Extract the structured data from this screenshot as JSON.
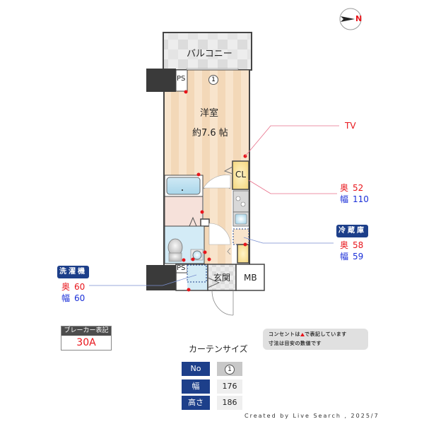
{
  "compass": {
    "label": "N",
    "needle_color": "#222222",
    "label_color": "#e8141a"
  },
  "rooms": {
    "balcony": "バルコニー",
    "ps_top": "PS",
    "window_marker": "1",
    "western_room": "洋室",
    "western_room_size": "約7.6 帖",
    "closet": "CL",
    "ps_bottom": "PS",
    "entrance": "玄関",
    "meter_box": "MB"
  },
  "annotations": {
    "tv": {
      "label": "TV"
    },
    "closet": {
      "depth_key": "奥",
      "depth": "52",
      "width_key": "幅",
      "width": "110"
    },
    "fridge": {
      "title": "冷蔵庫",
      "depth_key": "奥",
      "depth": "58",
      "width_key": "幅",
      "width": "59"
    },
    "washer": {
      "title": "洗濯機",
      "depth_key": "奥",
      "depth": "60",
      "width_key": "幅",
      "width": "60"
    }
  },
  "breaker": {
    "header": "ブレーカー表記",
    "value": "30A"
  },
  "note": {
    "line1_a": "コンセントは",
    "line1_b": "で表記しています",
    "line2": "寸法は目安の数値です"
  },
  "curtain": {
    "title": "カーテンサイズ",
    "rows": [
      {
        "key": "No",
        "value": "1"
      },
      {
        "key": "幅",
        "value": "176"
      },
      {
        "key": "高さ",
        "value": "186"
      }
    ]
  },
  "credit": "Created by Live Search , 2025/7",
  "colors": {
    "accent_blue": "#1d3f8a",
    "red": "#e8141a",
    "blue_text": "#1a2fd8",
    "wall": "#3a3a3a"
  }
}
